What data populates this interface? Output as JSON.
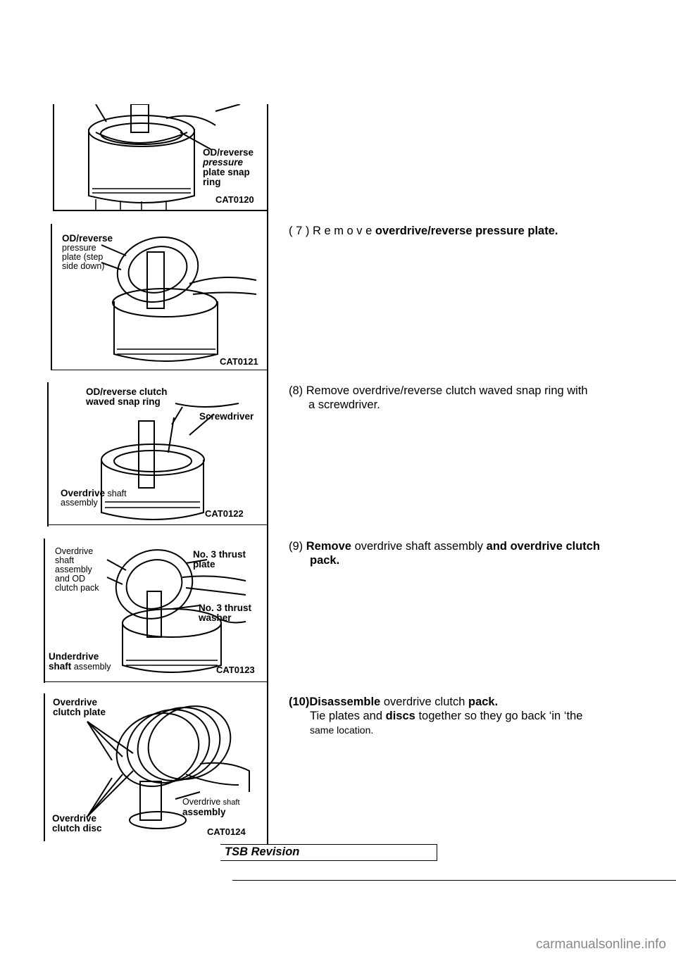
{
  "figures": [
    {
      "code": "CAT0120",
      "labels": {
        "snap_ring_l1": "OD/reverse",
        "snap_ring_l2": "pressure",
        "snap_ring_l3": "plate snap",
        "snap_ring_l4": "ring"
      }
    },
    {
      "code": "CAT0121",
      "labels": {
        "plate_l1": "OD/reverse",
        "plate_l2": "pressure",
        "plate_l3": "plate (step",
        "plate_l4": "side down)"
      }
    },
    {
      "code": "CAT0122",
      "labels": {
        "waved_l1": "OD/reverse clutch",
        "waved_l2": "waved snap ring",
        "screwdriver": "Screwdriver",
        "shaft_l1a": "Overdrive",
        "shaft_l1b": "shaft",
        "shaft_l2": "assembly"
      }
    },
    {
      "code": "CAT0123",
      "labels": {
        "od_l1": "Overdrive",
        "od_l2": "shaft",
        "od_l3": "assembly",
        "od_l4": "and OD",
        "od_l5": "clutch pack",
        "thrust_plate_l1": "No. 3 thrust",
        "thrust_plate_l2": "plate",
        "thrust_washer_l1": "No. 3 thrust",
        "thrust_washer_l2": "washer",
        "ud_l1": "Underdrive",
        "ud_l2a": "shaft",
        "ud_l2b": "assembly"
      }
    },
    {
      "code": "CAT0124",
      "labels": {
        "clutch_plate_l1": "Overdrive",
        "clutch_plate_l2": "clutch plate",
        "shaft_l1a": "Overdrive",
        "shaft_l1b": "shaft",
        "shaft_l2": "assembly",
        "disc_l1": "Overdrive",
        "disc_l2": "clutch disc"
      }
    }
  ],
  "steps": {
    "s7": {
      "num": "( 7 )",
      "verb": "R e m o v e",
      "rest": "overdrive/reverse pressure plate."
    },
    "s8": {
      "line1": "(8)  Remove  overdrive/reverse  clutch  waved  snap  ring  with",
      "line2": "a  screwdriver."
    },
    "s9": {
      "line1_a": "(9)",
      "line1_b": "Remove",
      "line1_c": "overdrive  shaft  assembly",
      "line1_d": "and overdrive clutch",
      "line2": "pack."
    },
    "s10": {
      "line1_a": "(10)Disassemble",
      "line1_b": "overdrive  clutch",
      "line1_c": "pack.",
      "line2_a": "Tie  plates  and",
      "line2_b": "discs",
      "line2_c": "together  so  they  go  back  ‘in  ‘the",
      "line3": "same  location."
    }
  },
  "revision": "TSB Revision",
  "footer": "carmanualsonline.info"
}
